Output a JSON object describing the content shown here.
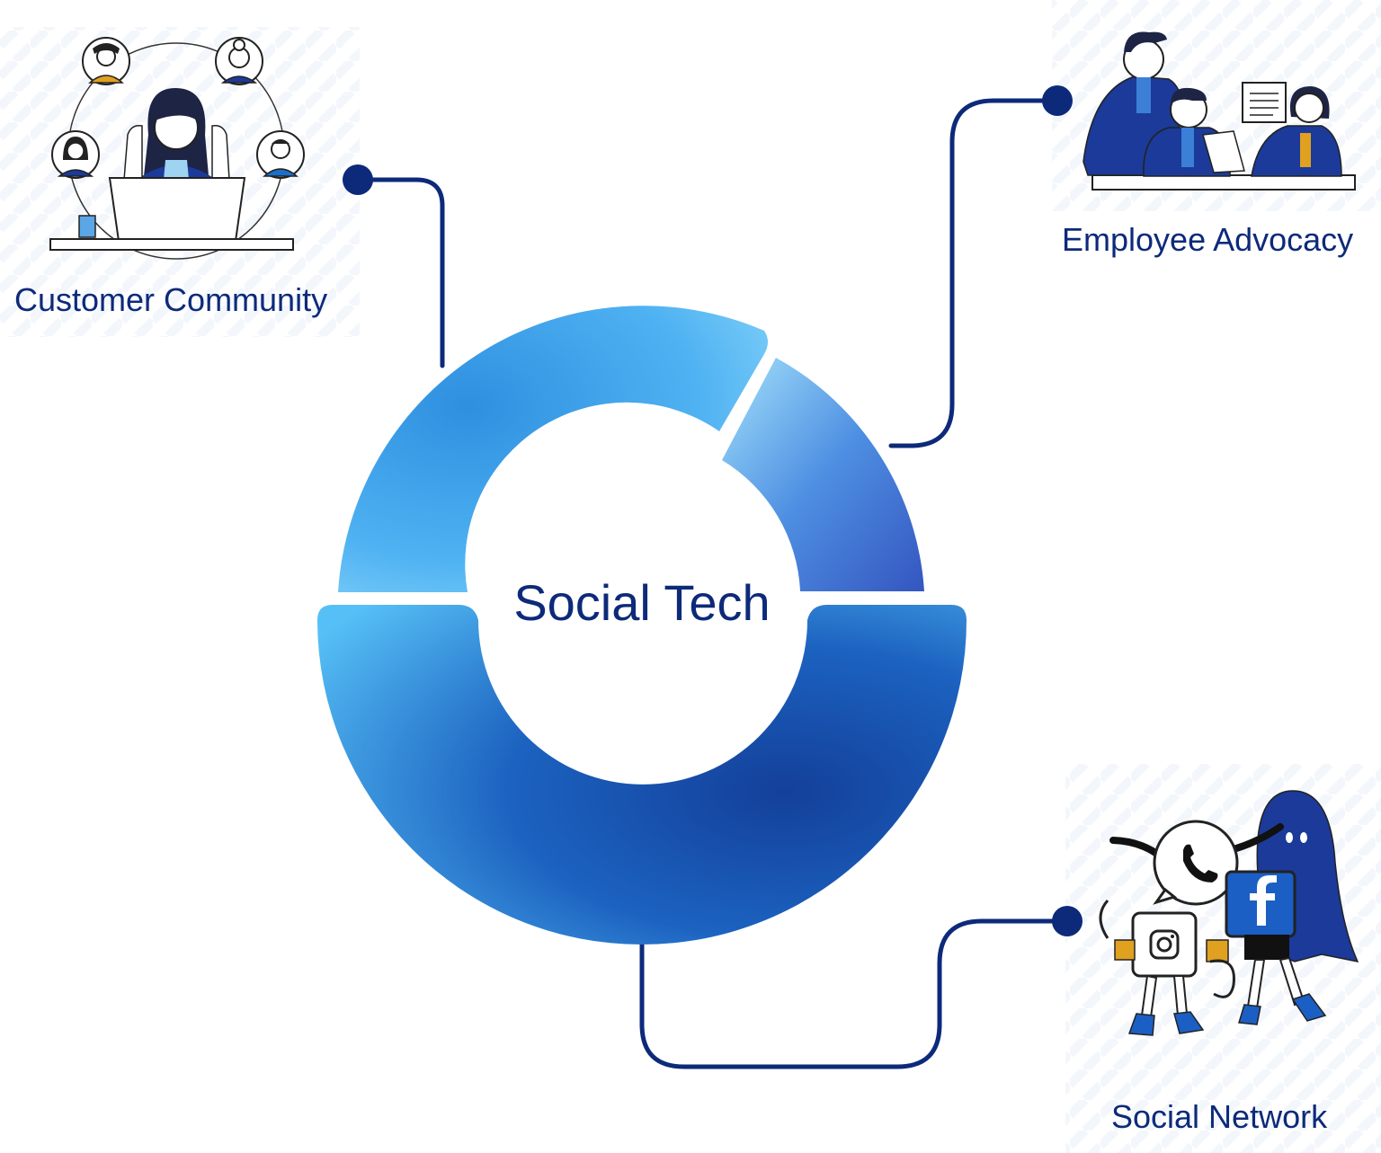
{
  "center": {
    "title": "Social Tech"
  },
  "nodes": [
    {
      "id": "customer-community",
      "label": "Customer Community"
    },
    {
      "id": "employee-advocacy",
      "label": "Employee Advocacy"
    },
    {
      "id": "social-network",
      "label": "Social Network"
    }
  ],
  "colors": {
    "text": "#0d2a7a",
    "connector": "#0d2a7a",
    "ring_light": "#6cc4f3",
    "ring_mid": "#2f8de0",
    "ring_dark": "#163f9e",
    "accent_orange": "#e0a020"
  },
  "icons": {
    "customer_illustration": "woman-at-laptop-with-customer-avatars",
    "employee_illustration": "three-colleagues-at-desk",
    "social_illustration": "whatsapp-instagram-facebook-characters"
  }
}
